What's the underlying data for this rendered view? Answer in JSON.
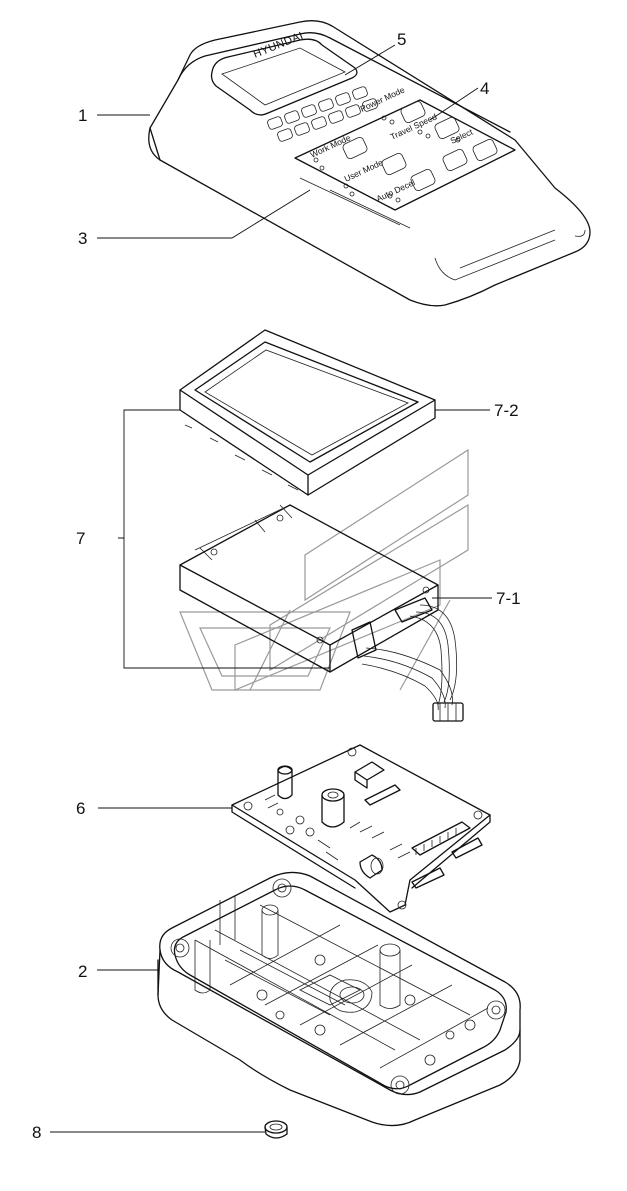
{
  "brand_text": "HYUNDAI",
  "panel_labels": {
    "power_mode": "Power Mode",
    "travel_speed": "Travel Speed",
    "work_mode": "Work Mode",
    "select": "Select",
    "user_mode": "User Mode",
    "auto_decel": "Auto Decel"
  },
  "callouts": [
    "1",
    "2",
    "3",
    "4",
    "5",
    "6",
    "7",
    "7-1",
    "7-2",
    "8"
  ]
}
